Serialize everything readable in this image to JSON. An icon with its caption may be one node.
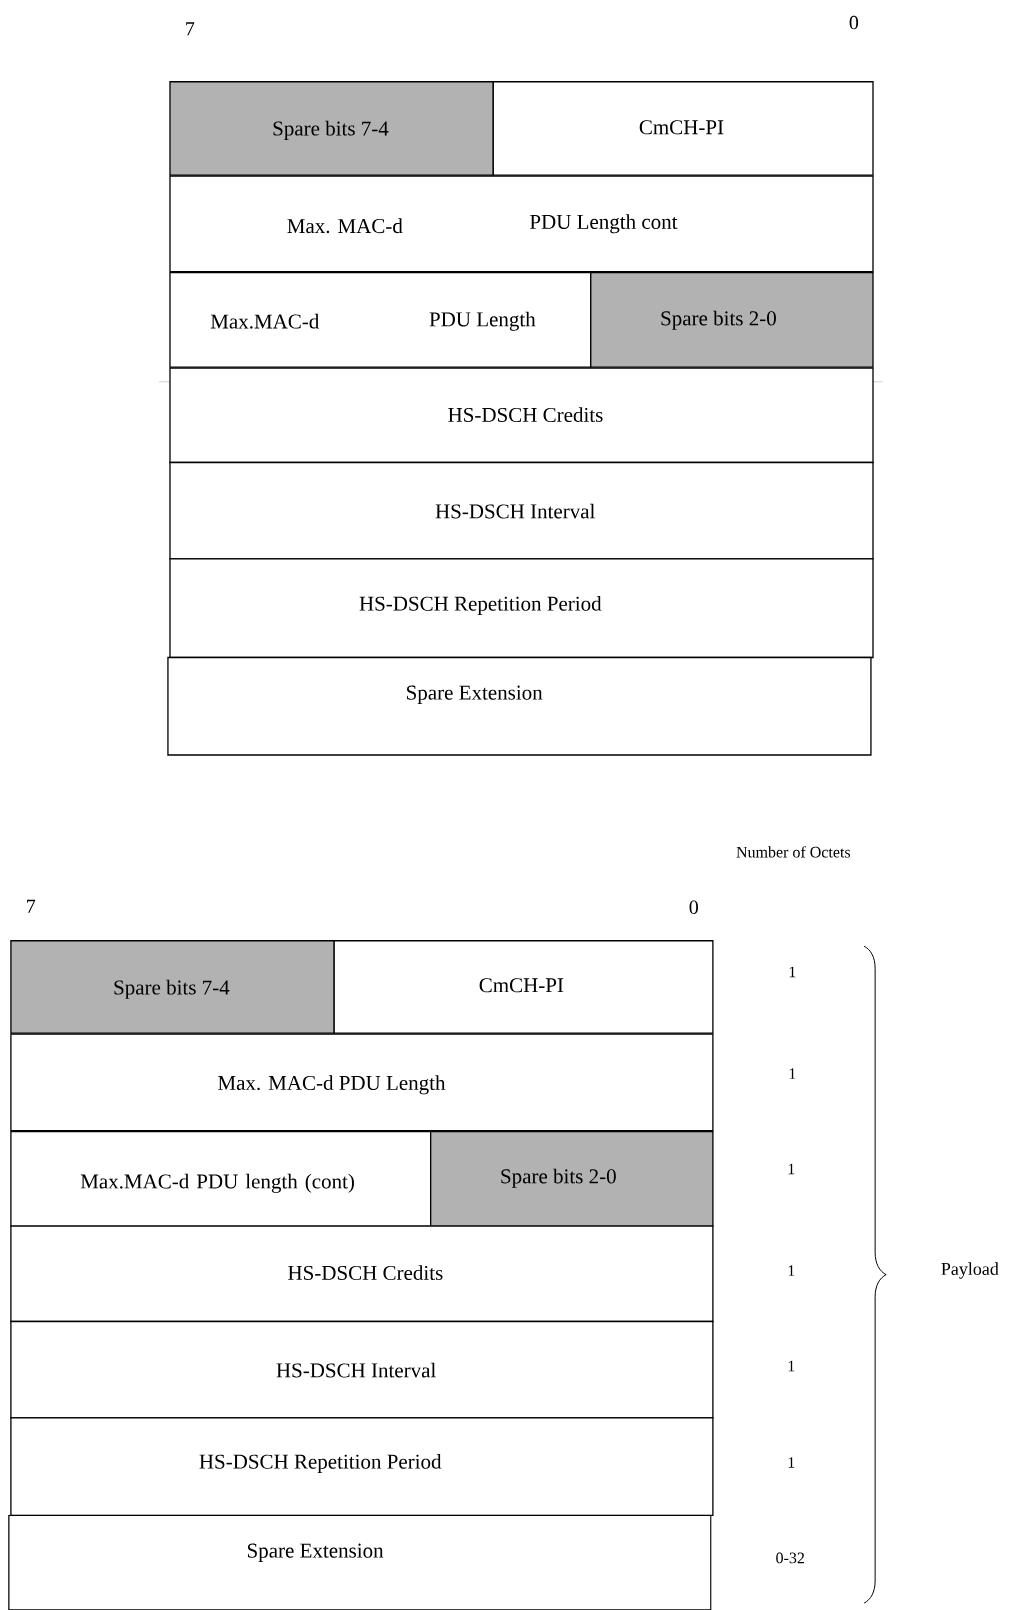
{
  "diagram": {
    "nodes": [
      {
        "text": [
          "Spare bits 7-4"
        ]
      },
      {
        "text": [
          "CmCH-PI"
        ]
      },
      {
        "text": [
          "Max. MAC-d",
          "PDU Length cont"
        ]
      },
      {
        "text": [
          "Max.MAC-d",
          "PDU Length"
        ]
      },
      {
        "text": [
          "Spare bits 2-0"
        ]
      },
      {
        "text": [
          "HS-DSCH Credits"
        ]
      },
      {
        "text": [
          "HS-DSCH Interval"
        ]
      },
      {
        "text": [
          "HS-DSCH Repetition Period"
        ]
      },
      {
        "text": [
          "Spare Extension"
        ]
      },
      {
        "text": [
          "Spare bits 7-4"
        ]
      },
      {
        "text": [
          "CmCH-PI"
        ]
      },
      {
        "text": [
          "Max. MAC-d PDU Length"
        ]
      },
      {
        "text": [
          "Max.MAC-d PDU length (cont)"
        ]
      },
      {
        "text": [
          "Spare bits 2-0"
        ]
      },
      {
        "text": [
          "HS-DSCH Credits"
        ]
      },
      {
        "text": [
          "HS-DSCH Interval"
        ]
      },
      {
        "text": [
          "HS-DSCH Repetition Period"
        ]
      },
      {
        "text": [
          "Spare Extension"
        ]
      }
    ],
    "labels": [
      "7",
      "0",
      "Number of Octets",
      "7",
      "0",
      "1",
      "1",
      "1",
      "1",
      "1",
      "1",
      "0-32",
      "Payload"
    ]
  }
}
